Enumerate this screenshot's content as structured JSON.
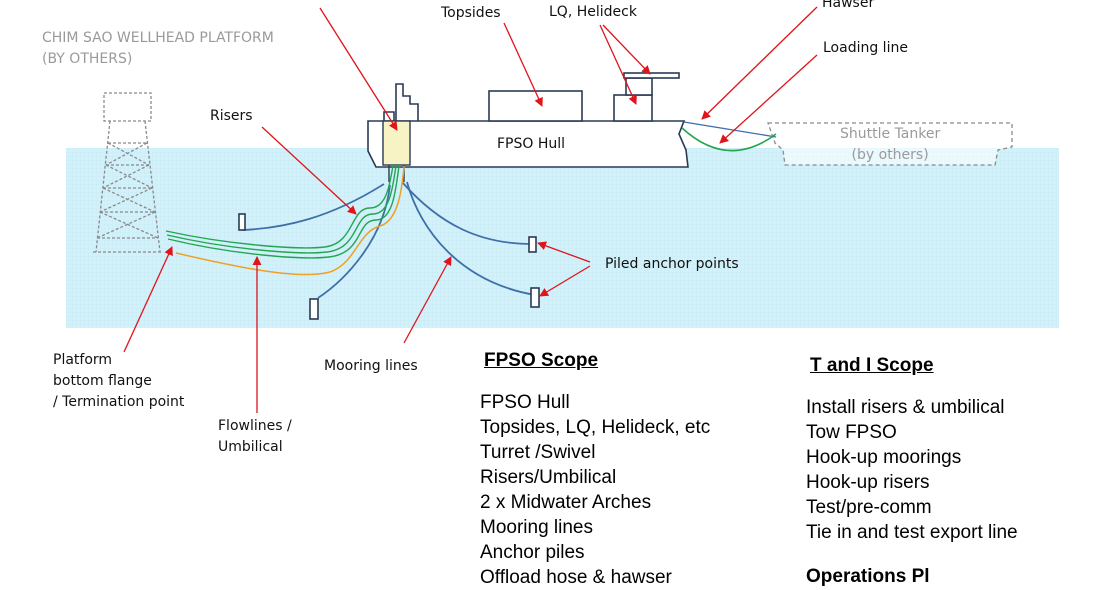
{
  "labels": {
    "platform": [
      "CHIM SAO WELLHEAD PLATFORM",
      "(BY OTHERS)"
    ],
    "topsides": "Topsides",
    "lq_helideck": "LQ, Helideck",
    "hawser": "Hawser",
    "loading_line": "Loading line",
    "risers": "Risers",
    "fpso_hull": "FPSO Hull",
    "shuttle_tanker": [
      "Shuttle Tanker",
      "(by others)"
    ],
    "piled_anchor_points": "Piled anchor points",
    "platform_flange": [
      "Platform",
      "bottom flange",
      "/ Termination point"
    ],
    "flowlines": [
      "Flowlines /",
      "Umbilical"
    ],
    "mooring_lines": "Mooring lines"
  },
  "fpso_scope": {
    "title": "FPSO Scope",
    "items": [
      "FPSO Hull",
      "Topsides, LQ, Helideck, etc",
      "Turret /Swivel",
      "Risers/Umbilical",
      "2 x Midwater Arches",
      "Mooring lines",
      "Anchor piles",
      "Offload hose & hawser"
    ]
  },
  "ti_scope": {
    "title": "T and I Scope",
    "items": [
      "Install risers & umbilical",
      "Tow FPSO",
      "Hook-up moorings",
      "Hook-up risers",
      "Test/pre-comm",
      "Tie in and test export line"
    ]
  },
  "ops_heading": "Operations Pl",
  "colors": {
    "sea": "#cdeef8",
    "annotation": "#e0141b",
    "mooring": "#3f6fa8",
    "riser_green": "#22a650",
    "flowline_orange": "#f0a020",
    "turret": "#f7f3c5",
    "structure": "#2b3a55"
  }
}
